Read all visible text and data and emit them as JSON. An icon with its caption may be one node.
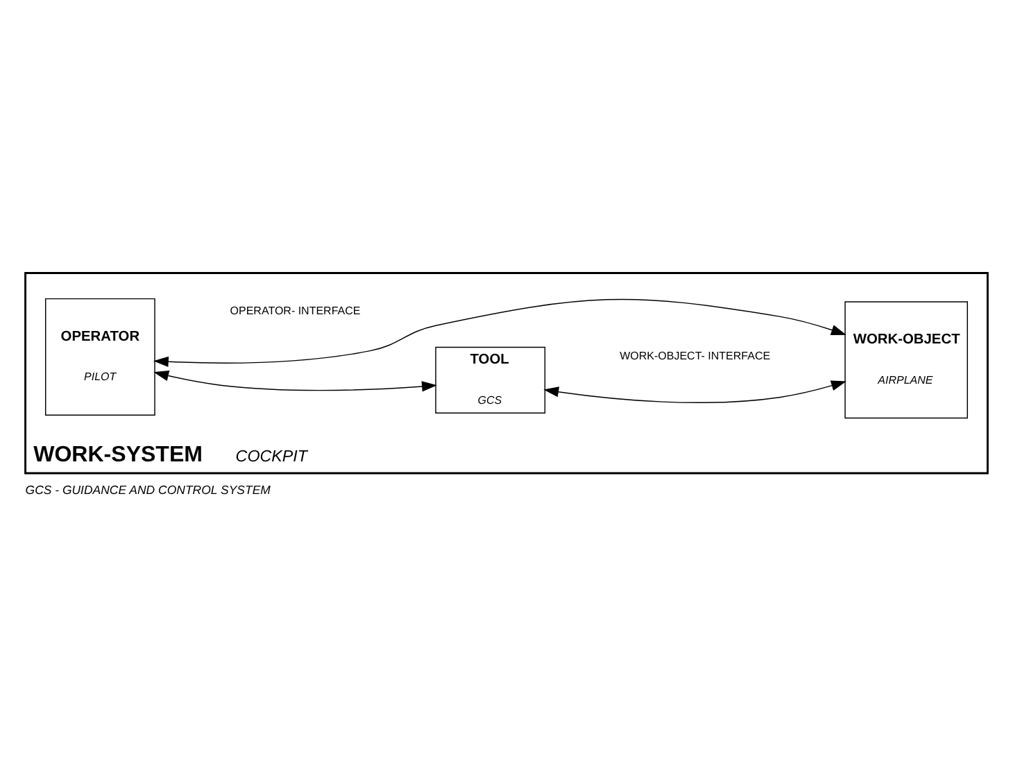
{
  "diagram": {
    "caption": "GCS - GUIDANCE AND CONTROL SYSTEM",
    "nodes": [
      {
        "text": [
          "WORK-SYSTEM",
          "COCKPIT"
        ]
      },
      {
        "text": [
          "OPERATOR",
          "PILOT"
        ],
        "in": 0
      },
      {
        "text": [
          "TOOL",
          "GCS"
        ],
        "in": 0
      },
      {
        "text": [
          "WORK-OBJECT",
          "AIRPLANE"
        ],
        "in": 0
      }
    ],
    "edges": [
      {
        "from": 1,
        "to": 3,
        "arrow": "both"
      },
      {
        "from": 1,
        "to": 2,
        "arrow": "both"
      },
      {
        "from": 2,
        "to": 3,
        "arrow": "both"
      }
    ],
    "labels": [
      "OPERATOR- INTERFACE",
      "WORK-OBJECT- INTERFACE"
    ]
  }
}
